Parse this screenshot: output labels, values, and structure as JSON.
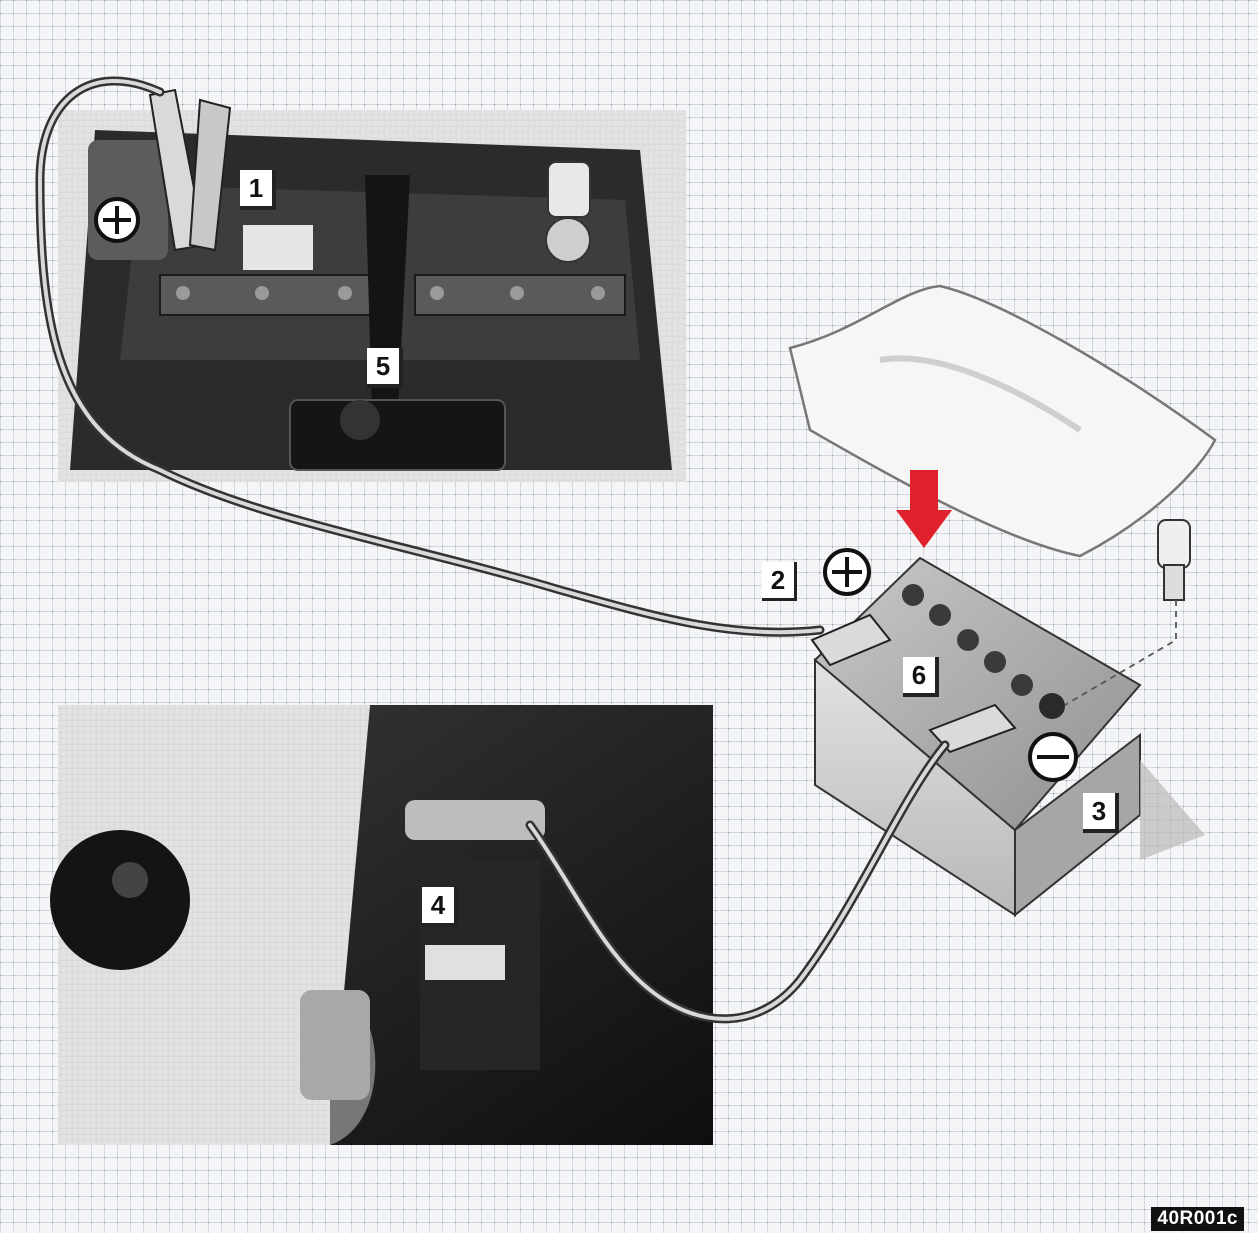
{
  "callouts": {
    "c1": "1",
    "c2": "2",
    "c3": "3",
    "c4": "4",
    "c5": "5",
    "c6": "6"
  },
  "figure_code": "40R001c",
  "symbols": {
    "plus": "positive-terminal-icon",
    "minus": "negative-terminal-icon",
    "arrow": "downward-arrow-icon"
  },
  "colors": {
    "arrow": "#e0202a",
    "grid": "#c9cdd6",
    "photo_dark": "#1c1c1c"
  }
}
